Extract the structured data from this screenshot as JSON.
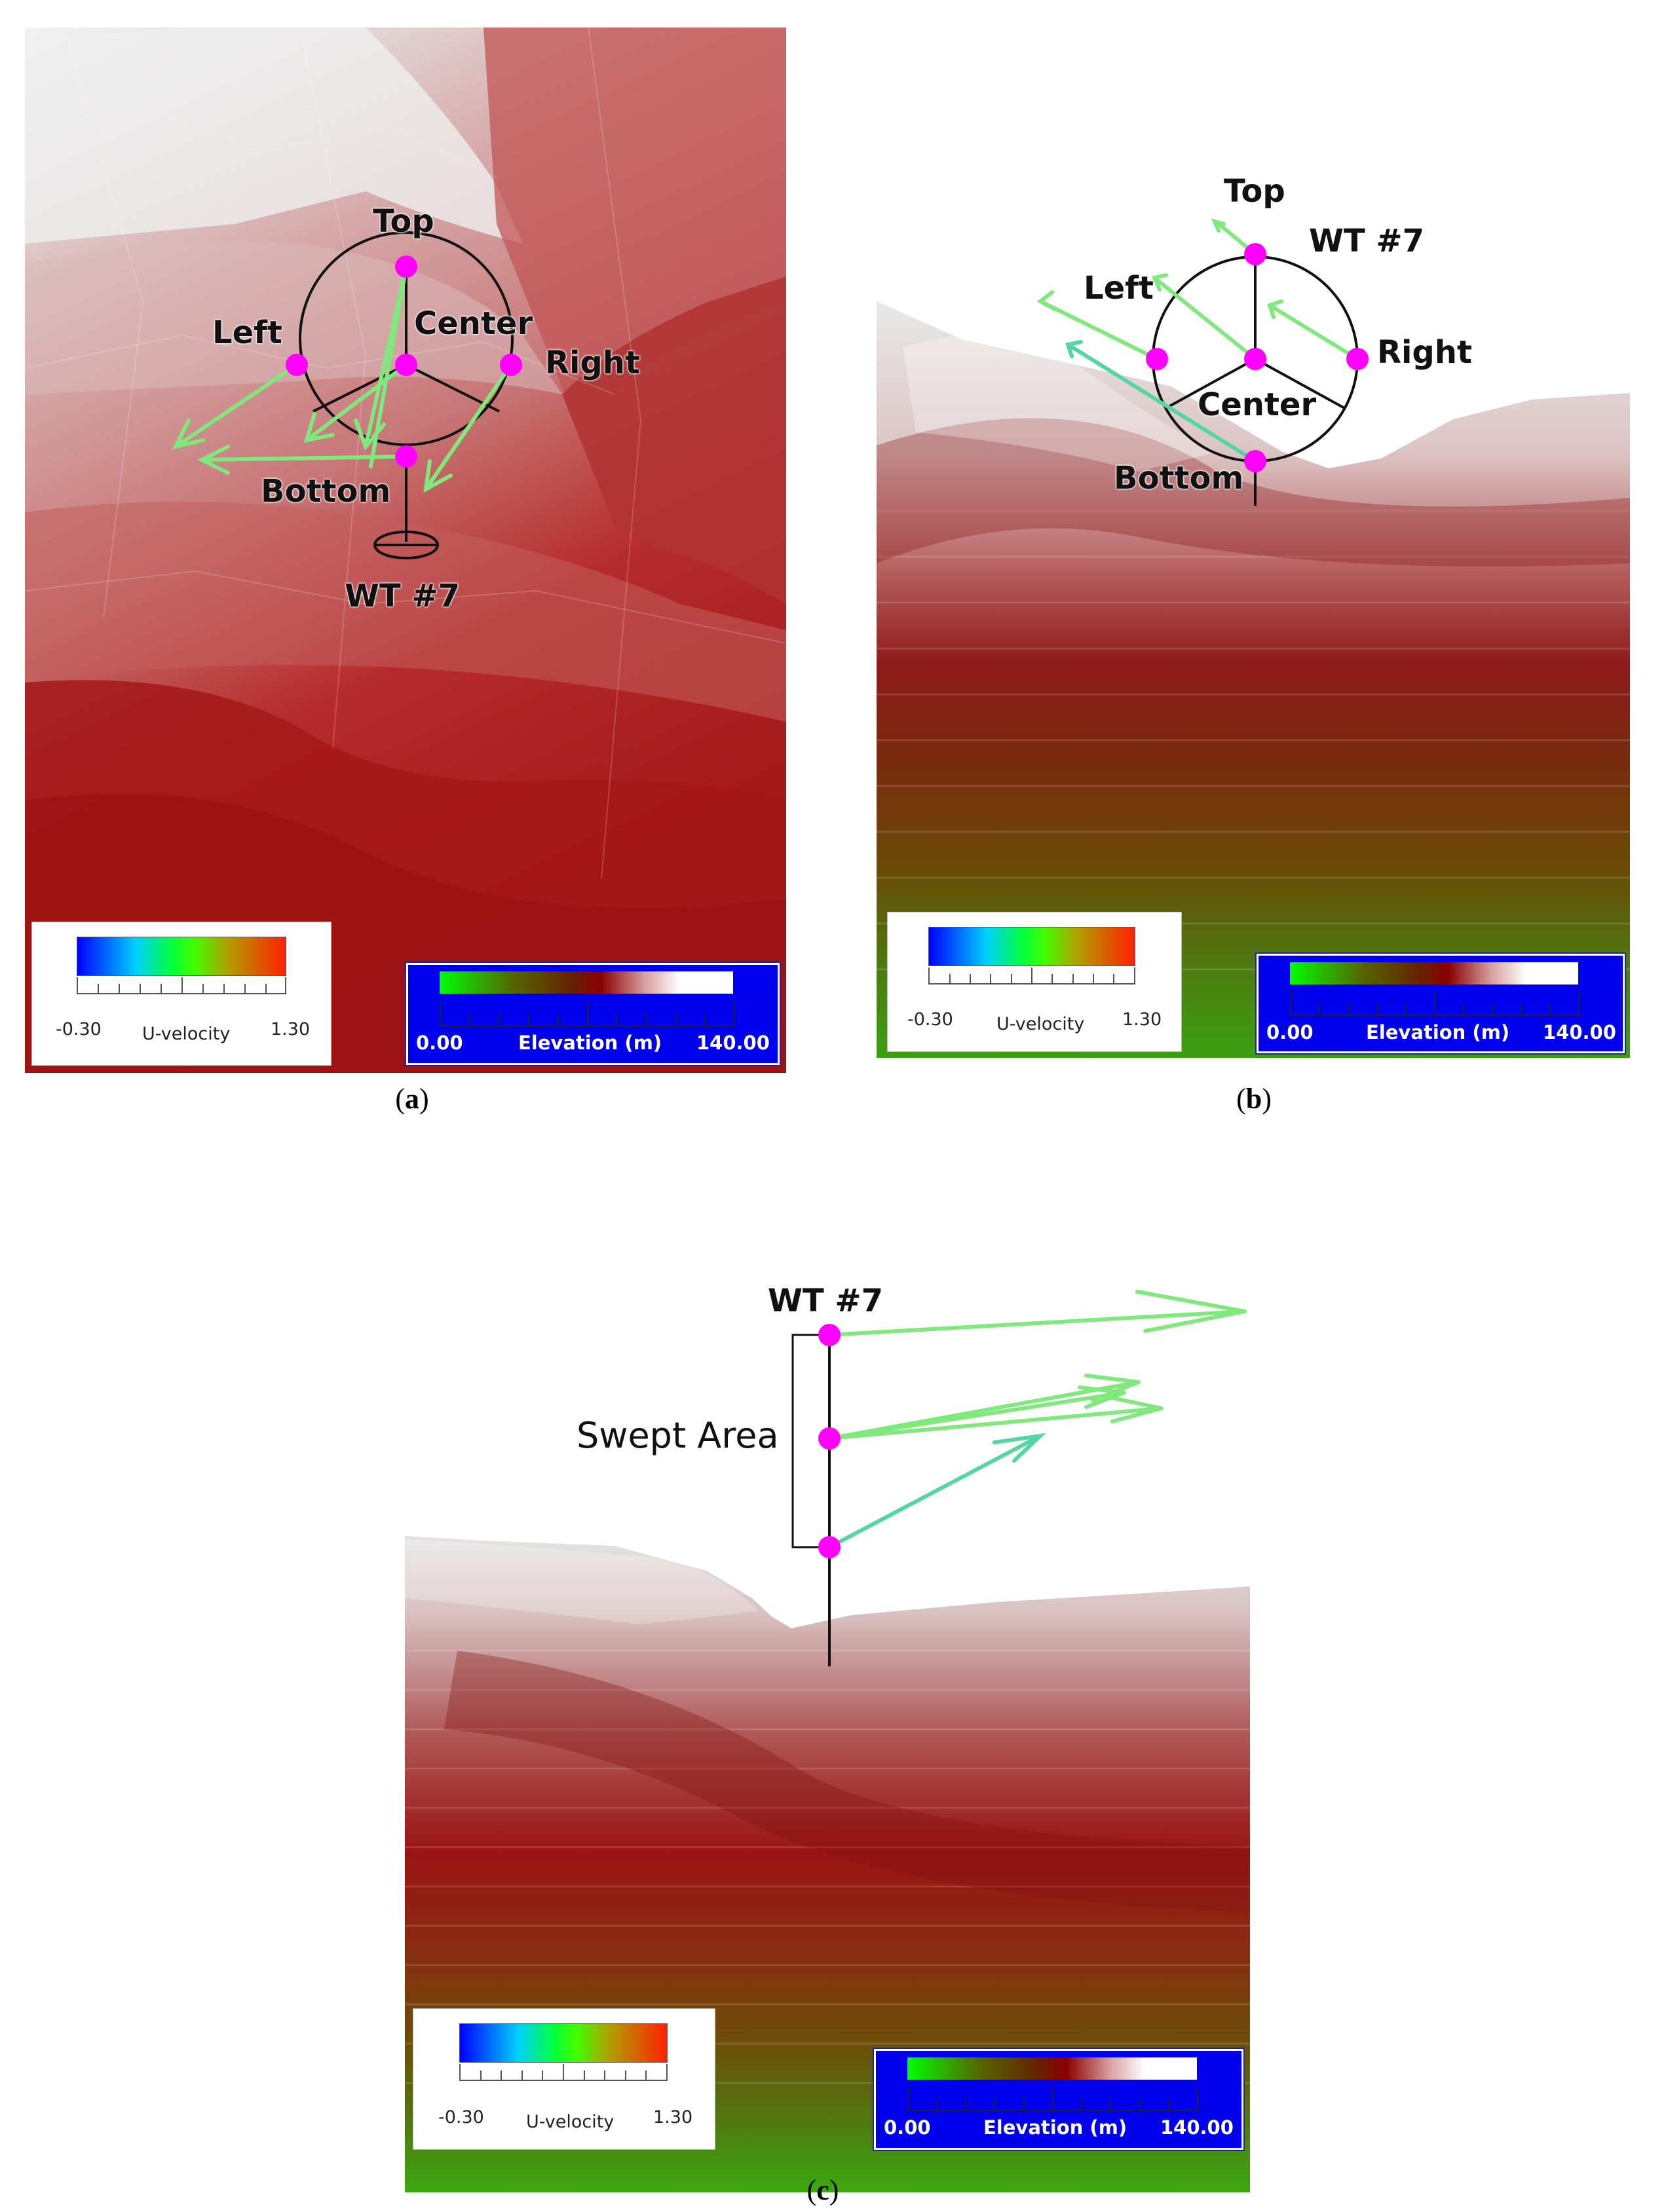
{
  "panels": {
    "a": {
      "caption": "a",
      "labels": {
        "top": "Top",
        "left": "Left",
        "center": "Center",
        "right": "Right",
        "bottom": "Bottom",
        "turbine": "WT #7"
      }
    },
    "b": {
      "caption": "b",
      "labels": {
        "top": "Top",
        "left": "Left",
        "center": "Center",
        "right": "Right",
        "bottom": "Bottom",
        "turbine": "WT #7"
      }
    },
    "c": {
      "caption": "c",
      "labels": {
        "turbine": "WT #7",
        "swept": "Swept Area"
      }
    }
  },
  "legend_velocity": {
    "min": "-0.30",
    "title": "U-velocity",
    "max": "1.30"
  },
  "legend_elevation": {
    "min": "0.00",
    "title": "Elevation (m)",
    "max": "140.00"
  },
  "colors": {
    "marker": "#ff00ff",
    "vector": "#7fe87a",
    "vector_teal": "#55d6a0"
  }
}
